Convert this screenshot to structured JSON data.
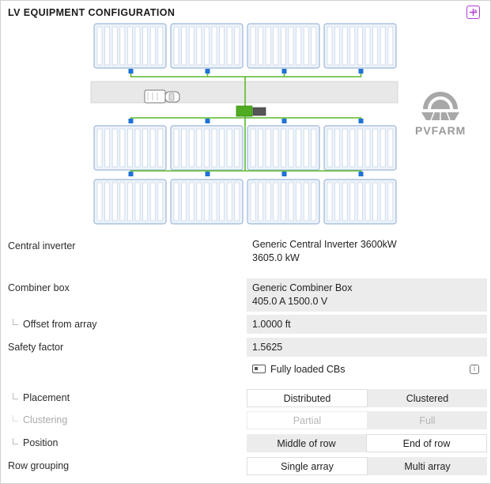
{
  "title": "LV EQUIPMENT CONFIGURATION",
  "logo_text": "PVFARM",
  "colors": {
    "accent": "#b23ad6",
    "wire": "#5cb82e",
    "connector": "#1f72d6",
    "road": "#e8e8e8",
    "module_fill": "#eef3fa",
    "module_stroke": "#9cb7d8"
  },
  "diagram": {
    "icons": [
      "expand-icon",
      "truck-icon",
      "inverter-icon",
      "combiner-box-icon",
      "pvfarm-logo-icon"
    ]
  },
  "central_inverter": {
    "label": "Central inverter",
    "name": "Generic Central Inverter 3600kW",
    "power": "3605.0 kW"
  },
  "combiner_box": {
    "label": "Combiner box",
    "name": "Generic Combiner Box",
    "rating": "405.0 A 1500.0 V"
  },
  "offset": {
    "label": "Offset from array",
    "value": "1.0000 ft"
  },
  "safety_factor": {
    "label": "Safety factor",
    "value": "1.5625"
  },
  "fully_loaded": {
    "label": "Fully loaded CBs",
    "checked": false
  },
  "placement": {
    "label": "Placement",
    "options": [
      "Distributed",
      "Clustered"
    ],
    "selected": "Distributed"
  },
  "clustering": {
    "label": "Clustering",
    "options": [
      "Partial",
      "Full"
    ],
    "selected": "Partial",
    "disabled": true
  },
  "position": {
    "label": "Position",
    "options": [
      "Middle of row",
      "End of row"
    ],
    "selected": "End of row"
  },
  "row_grouping": {
    "label": "Row grouping",
    "options": [
      "Single array",
      "Multi array"
    ],
    "selected": "Single array"
  }
}
